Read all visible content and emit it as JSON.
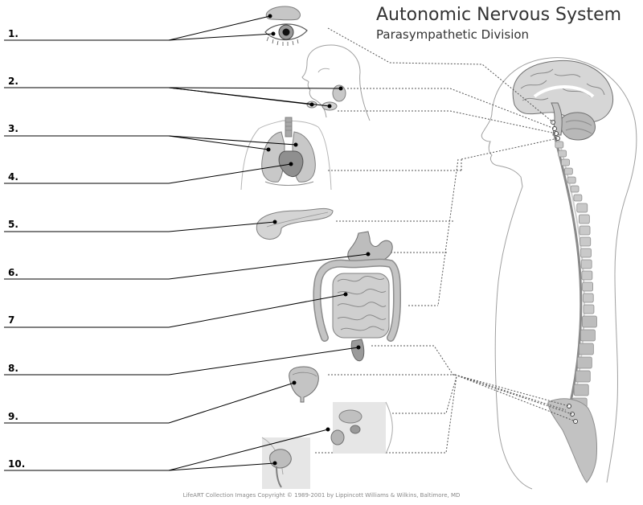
{
  "title": "Autonomic Nervous System",
  "subtitle": "Parasympathetic Division",
  "labels": [
    "1.",
    "2.",
    "3.",
    "4.",
    "5.",
    "6.",
    "7",
    "8.",
    "9.",
    "10."
  ],
  "copyright": "LifeART Collection Images Copyright © 1989-2001 by Lippincott Williams & Wilkins, Baltimore, MD",
  "colors": {
    "line": "#000000",
    "dotted": "#555555",
    "organ_dark": "#8a8a8a",
    "organ_mid": "#b5b5b5",
    "organ_light": "#dcdcdc",
    "outline": "#9a9a9a"
  }
}
